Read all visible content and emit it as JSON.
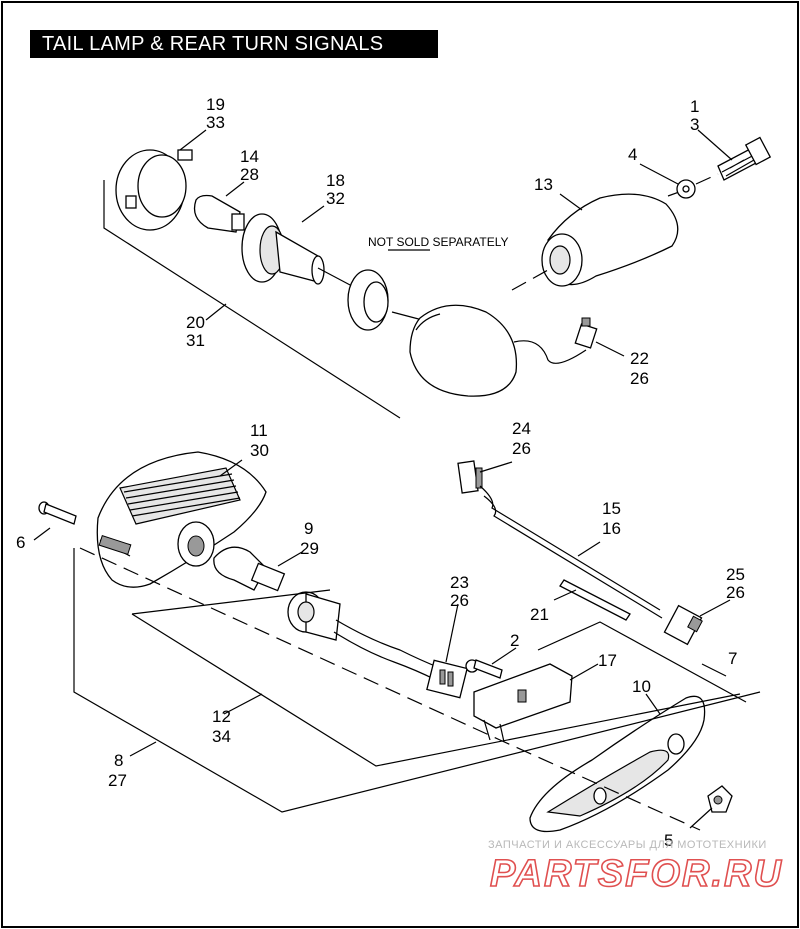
{
  "page_title": "TAIL LAMP & REAR TURN SIGNALS",
  "callouts": {
    "c1": "1",
    "c3": "3",
    "c4": "4",
    "c13": "13",
    "c19": "19",
    "c33": "33",
    "c14": "14",
    "c28": "28",
    "c18": "18",
    "c32": "32",
    "c20": "20",
    "c31": "31",
    "c22": "22",
    "c26a": "26",
    "c11": "11",
    "c30": "30",
    "c6": "6",
    "c9": "9",
    "c29": "29",
    "c24": "24",
    "c26b": "26",
    "c15": "15",
    "c16": "16",
    "c25": "25",
    "c26c": "26",
    "c21": "21",
    "c23": "23",
    "c26d": "26",
    "c2": "2",
    "c17": "17",
    "c7": "7",
    "c10": "10",
    "c12": "12",
    "c34": "34",
    "c8": "8",
    "c27": "27",
    "c5": "5"
  },
  "note_not_sold": "NOT SOLD SEPARATELY",
  "watermark": {
    "tagline": "ЗАПЧАСТИ И АКСЕССУАРЫ ДЛЯ МОТОТЕХНИКИ",
    "brand": "PARTSFOR.RU"
  },
  "colors": {
    "title_bg": "#000000",
    "title_text": "#ffffff",
    "watermark_brand": "#e05050"
  }
}
